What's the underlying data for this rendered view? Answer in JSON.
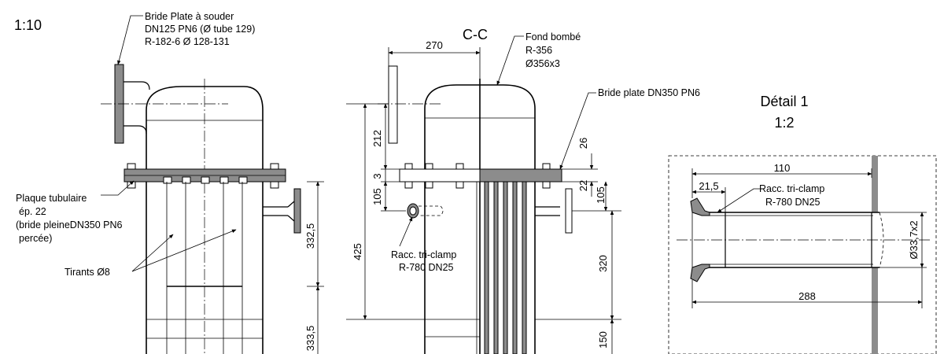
{
  "left_view": {
    "scale": "1:10",
    "flange_label": [
      "Bride Plate à souder",
      "DN125 PN6 (Ø tube 129)",
      "R-182-6 Ø 128-131"
    ],
    "tube_plate_label": [
      "Plaque tubulaire",
      "ép. 22",
      "(bride pleineDN350 PN6",
      " percée)"
    ],
    "rods_label": "Tirants Ø8",
    "dim_332_5": "332,5",
    "dim_333_5": "333,5"
  },
  "section_view": {
    "title": "C-C",
    "head_label": [
      "Fond bombé",
      "R-356",
      "Ø356x3"
    ],
    "flange_label": "Bride plate DN350 PN6",
    "clamp_label": [
      "Racc. tri-clamp",
      "R-780 DN25"
    ],
    "dim_270": "270",
    "dim_212": "212",
    "dim_3": "3",
    "dim_105_left": "105",
    "dim_425": "425",
    "dim_26": "26",
    "dim_22": "22",
    "dim_105_right": "105",
    "dim_320": "320",
    "dim_150": "150"
  },
  "detail_view": {
    "title": "Détail 1",
    "scale": "1:2",
    "clamp_label": [
      "Racc. tri-clamp",
      "R-780 DN25"
    ],
    "dim_110": "110",
    "dim_21_5": "21,5",
    "dim_diameter": "Ø33,7x2",
    "dim_288": "288"
  }
}
